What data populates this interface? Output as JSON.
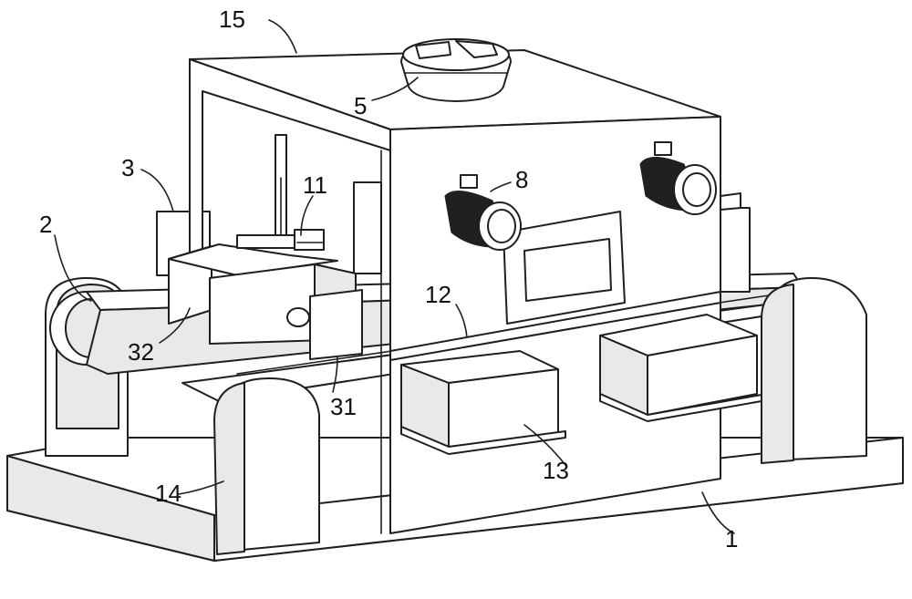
{
  "labels": {
    "l1": "1",
    "l2": "2",
    "l3": "3",
    "l5": "5",
    "l8": "8",
    "l11": "11",
    "l12": "12",
    "l13": "13",
    "l14": "14",
    "l15": "15",
    "l31": "31",
    "l32": "32"
  },
  "colors": {
    "line": "#1f1f1f",
    "motor": "#202020",
    "background": "#ffffff"
  }
}
